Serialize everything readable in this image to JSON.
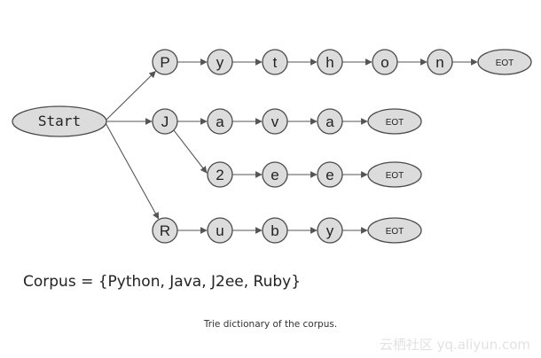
{
  "diagram": {
    "start": "Start",
    "end_marker": "EOT",
    "branches": [
      [
        "P",
        "y",
        "t",
        "h",
        "o",
        "n"
      ],
      [
        "J",
        "a",
        "v",
        "a"
      ],
      [
        "2",
        "e",
        "e"
      ],
      [
        "R",
        "u",
        "b",
        "y"
      ]
    ]
  },
  "corpus_text": "Corpus = {Python, Java, J2ee, Ruby}",
  "caption": "Trie dictionary of the corpus.",
  "watermark": "云栖社区 yq.aliyun.com"
}
